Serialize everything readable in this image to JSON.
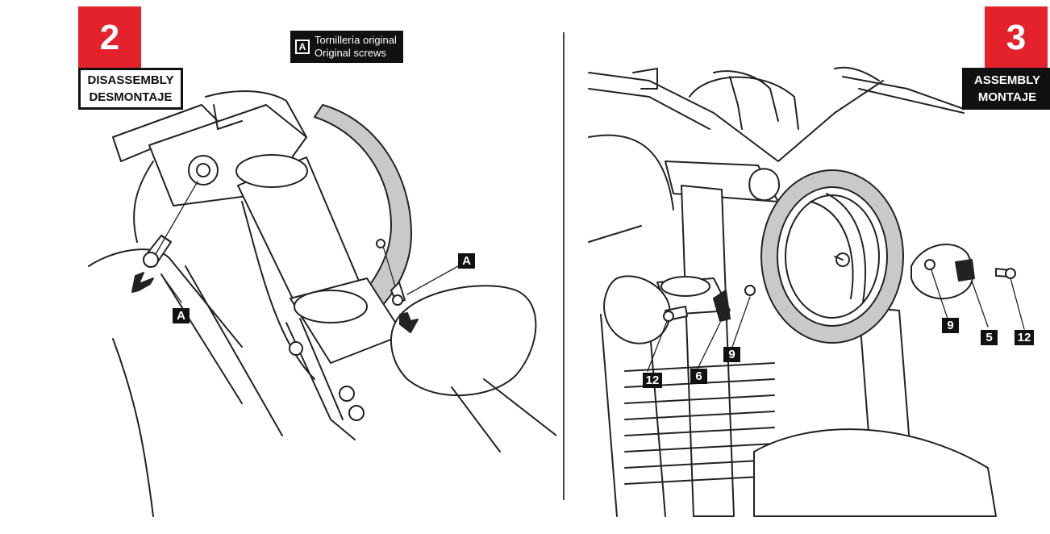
{
  "left_step": {
    "number": "2",
    "label_line1": "DISASSEMBLY",
    "label_line2": "DESMONTAJE"
  },
  "legend": {
    "key": "A",
    "line1": "Tornillería original",
    "line2": "Original screws"
  },
  "left_callouts": [
    "A",
    "A"
  ],
  "right_step": {
    "number": "3",
    "label_line1": "ASSEMBLY",
    "label_line2": "MONTAJE"
  },
  "right_callouts": [
    "12",
    "6",
    "9",
    "9",
    "5",
    "12"
  ],
  "colors": {
    "accent_red": "#e3222b",
    "tag_black": "#111111",
    "lens_ring_gray": "#c9c9c9"
  }
}
